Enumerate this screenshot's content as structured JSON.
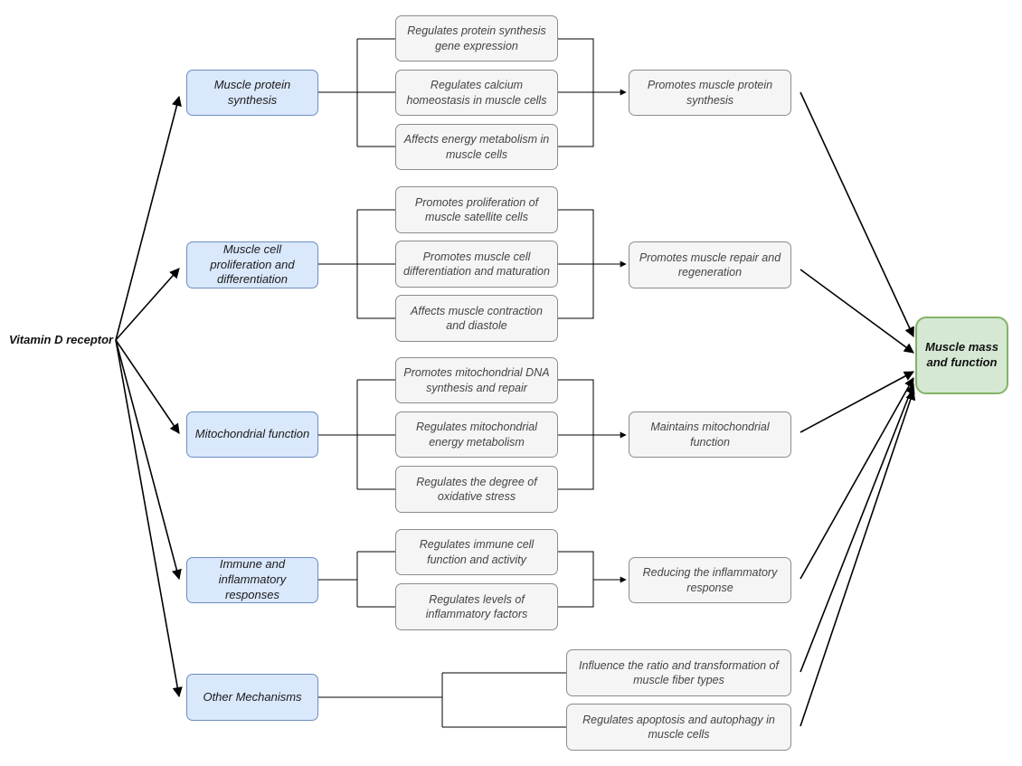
{
  "root": "Vitamin D receptor",
  "target": "Muscle mass and function",
  "categories": [
    "Muscle protein synthesis",
    "Muscle cell proliferation and differentiation",
    "Mitochondrial function",
    "Immune and inflammatory responses",
    "Other Mechanisms"
  ],
  "mechanisms": {
    "g1": [
      "Regulates  protein synthesis gene expression",
      "Regulates calcium homeostasis in muscle cells",
      "Affects energy metabolism in muscle cells"
    ],
    "g2": [
      "Promotes proliferation of muscle satellite cells",
      "Promotes muscle cell differentiation and maturation",
      "Affects muscle contraction and diastole"
    ],
    "g3": [
      "Promotes mitochondrial DNA synthesis and repair",
      "Regulates mitochondrial energy metabolism",
      "Regulates the degree of oxidative stress"
    ],
    "g4": [
      "Regulates immune cell function and activity",
      "Regulates levels of inflammatory factors"
    ],
    "g5": [
      "Influence the ratio and transformation of muscle fiber types",
      "Regulates apoptosis and autophagy in muscle cells"
    ]
  },
  "outcomes": [
    "Promotes muscle protein synthesis",
    "Promotes muscle repair and regeneration",
    "Maintains mitochondrial function",
    "Reducing the inflammatory response"
  ],
  "colors": {
    "category_fill": "#dae8fc",
    "category_border": "#6c8ebf",
    "detail_fill": "#f5f5f5",
    "detail_border": "#8c8c8c",
    "target_fill": "#d5e8d4",
    "target_border": "#82b366",
    "line": "#000000"
  }
}
